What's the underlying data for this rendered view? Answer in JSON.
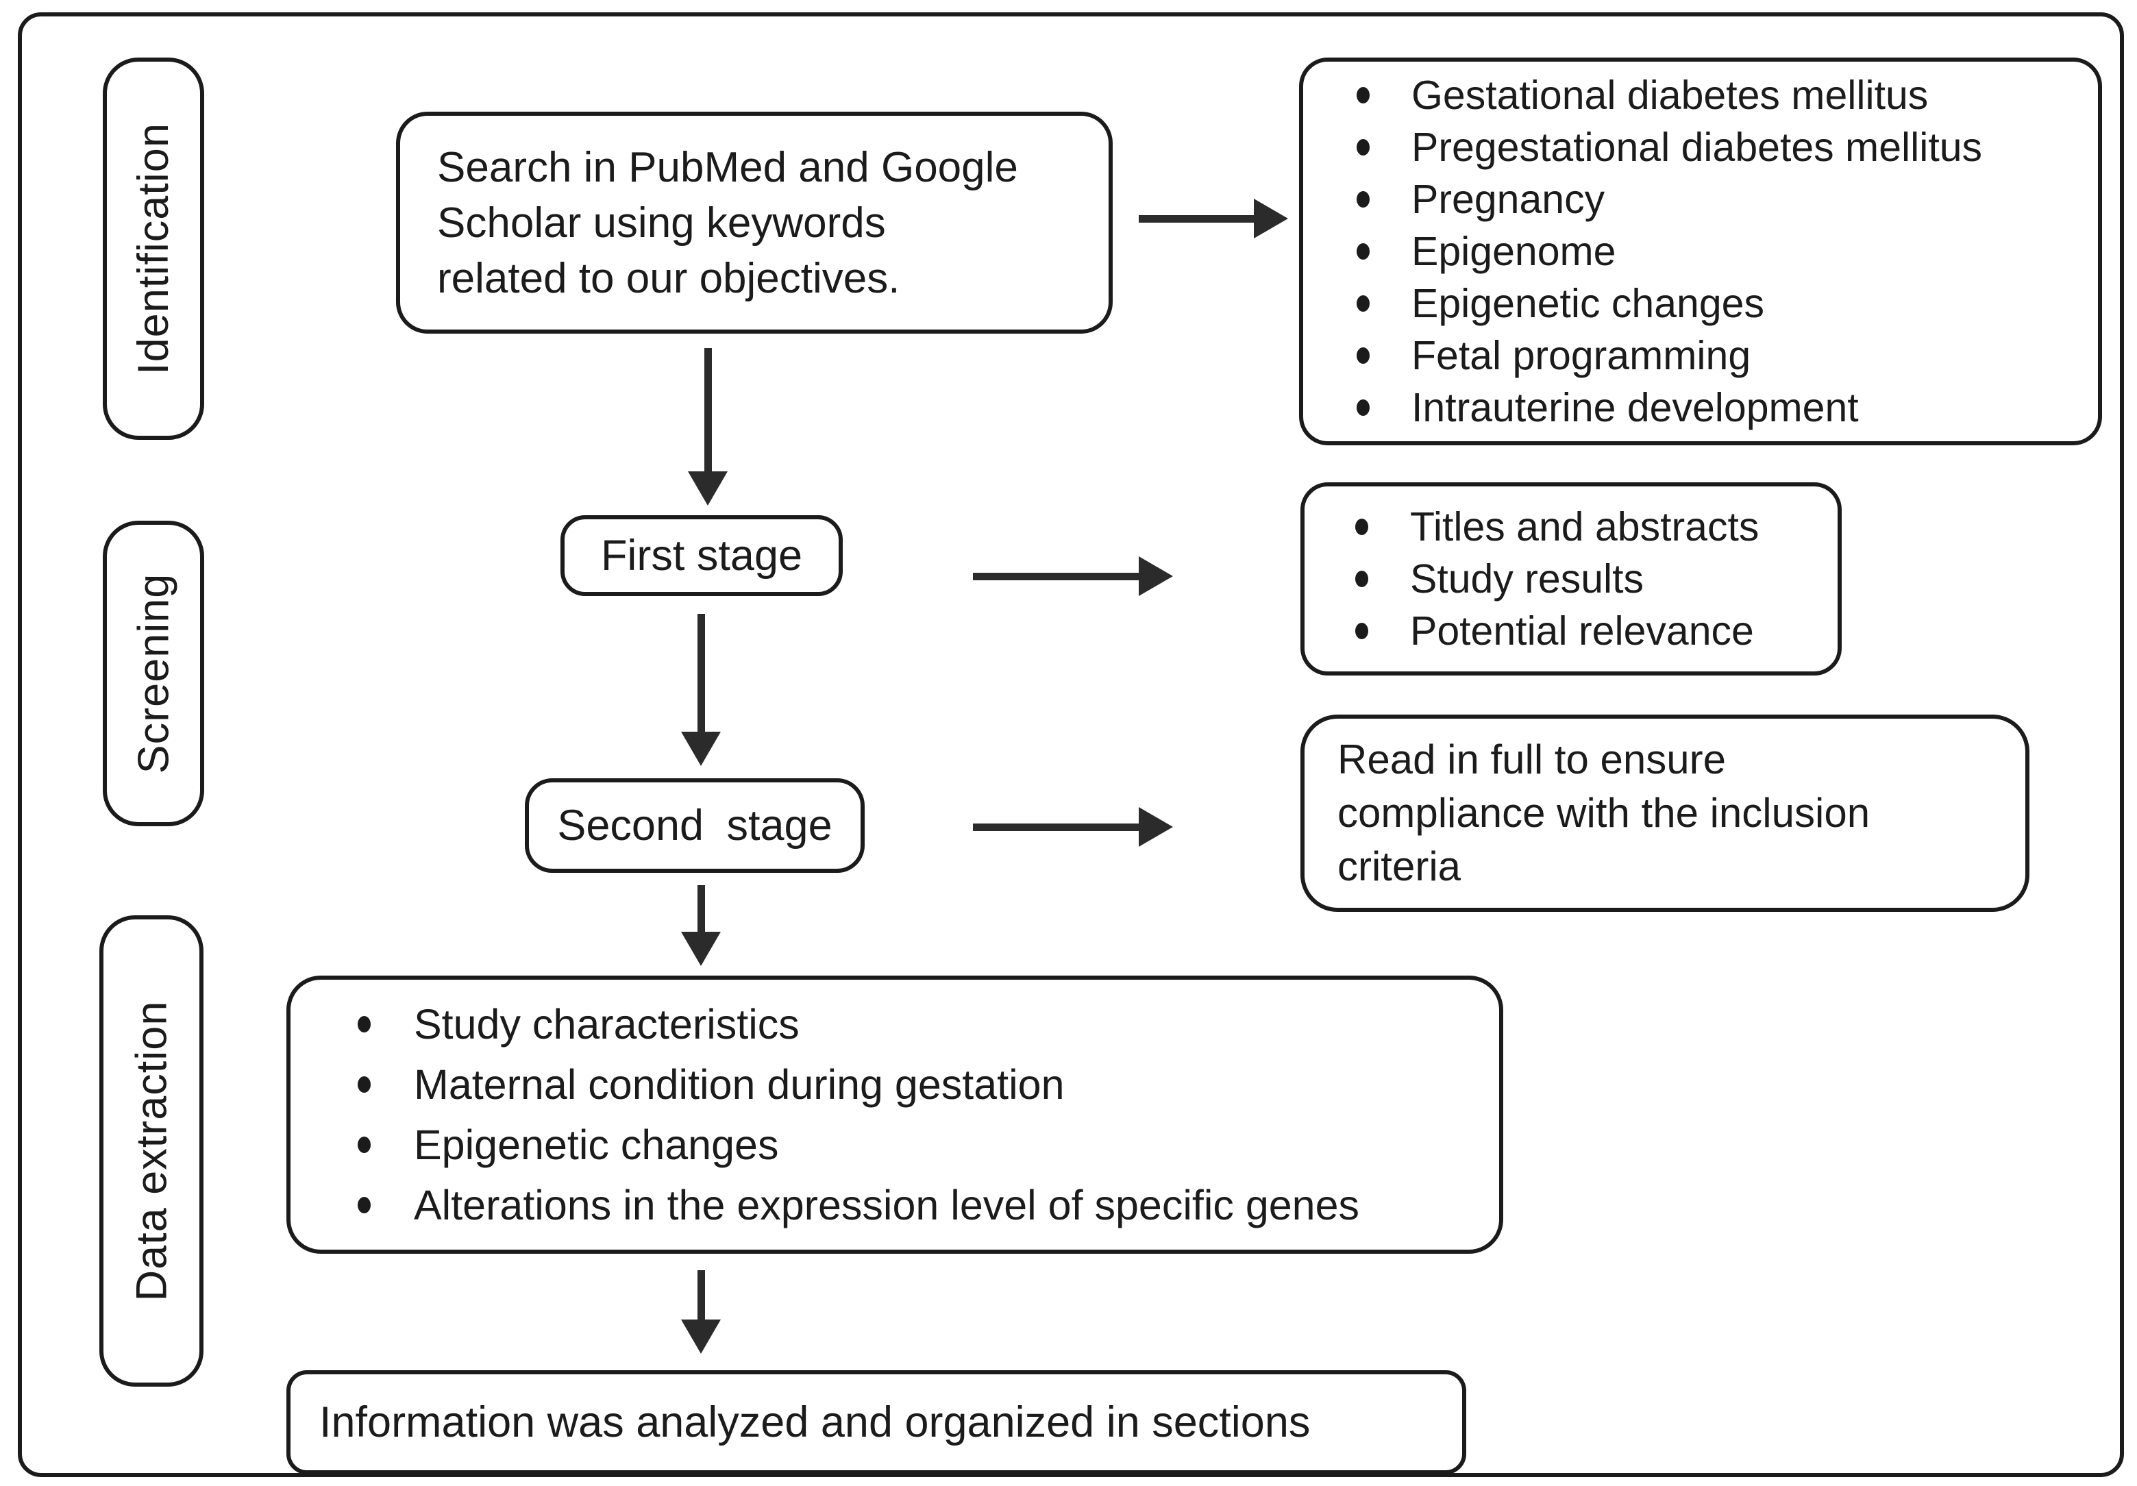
{
  "colors": {
    "ink": "#1b1b1b",
    "paper": "#ffffff",
    "arrow": "#2b2b2b"
  },
  "stage_labels": {
    "identification": "Identification",
    "screening": "Screening",
    "data_extraction": "Data extraction"
  },
  "search_box": {
    "lines": [
      "Search in PubMed and Google",
      "Scholar using keywords",
      "related to our objectives."
    ]
  },
  "keywords_box": {
    "items": [
      "Gestational diabetes mellitus",
      "Pregestational diabetes mellitus",
      "Pregnancy",
      "Epigenome",
      "Epigenetic changes",
      "Fetal programming",
      "Intrauterine development"
    ]
  },
  "first_stage_box": {
    "label": "First stage"
  },
  "criteria_box": {
    "items": [
      "Titles and abstracts",
      "Study results",
      "Potential relevance"
    ]
  },
  "second_stage_box": {
    "label": "Second stage"
  },
  "full_read_box": {
    "lines": [
      "Read in full to ensure",
      "compliance with the inclusion",
      "criteria"
    ]
  },
  "extraction_box": {
    "items": [
      "Study characteristics",
      "Maternal condition during gestation",
      "Epigenetic changes",
      "Alterations in the expression level of specific genes"
    ]
  },
  "final_box": {
    "text": "Information was analyzed and organized in sections"
  }
}
